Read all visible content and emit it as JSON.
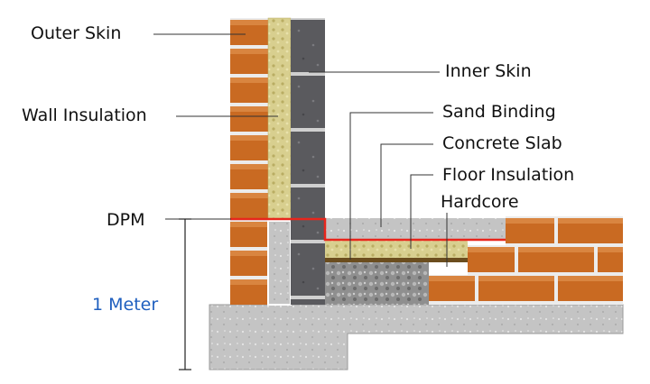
{
  "labels": {
    "outer_skin": "Outer Skin",
    "wall_insulation": "Wall Insulation",
    "dpm": "DPM",
    "one_meter": "1 Meter",
    "inner_skin": "Inner Skin",
    "sand_binding": "Sand Binding",
    "concrete_slab": "Concrete Slab",
    "floor_insulation": "Floor Insulation",
    "hardcore": "Hardcore"
  },
  "colors": {
    "brick": "#c96a22",
    "mortar": "#ececec",
    "block": "#5a5a5e",
    "insulation": "#d8cf8f",
    "concrete": "#c4c4c4",
    "dpm_line": "#e8261c",
    "meter_text": "#1f5fbf"
  }
}
